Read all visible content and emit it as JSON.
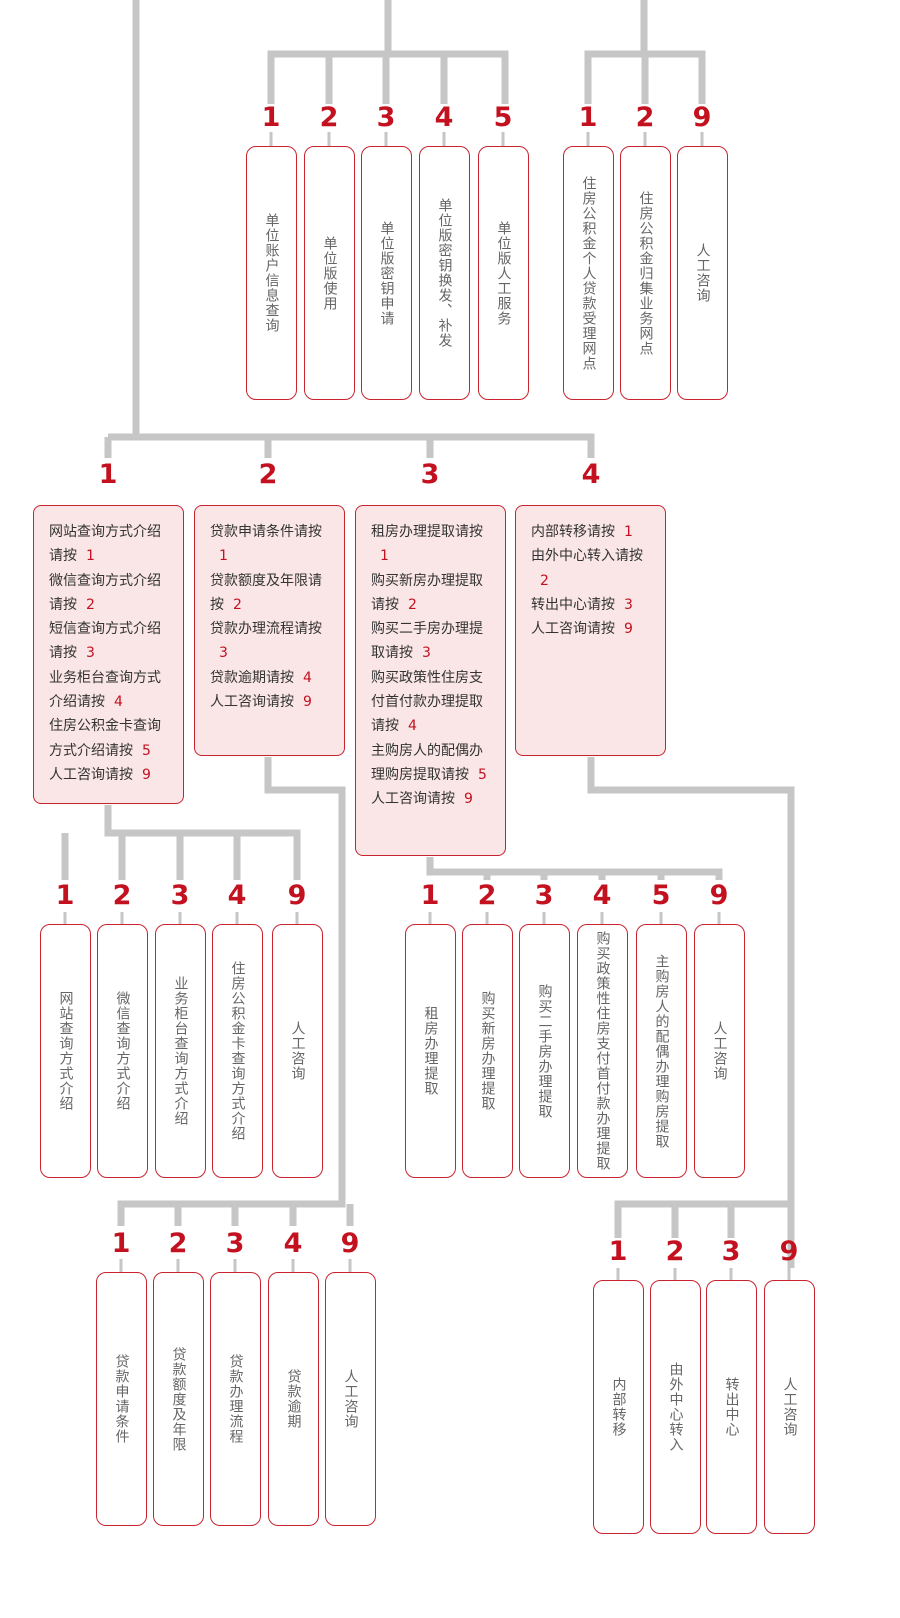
{
  "colors": {
    "line": "#c6c6c6",
    "accent": "#c3111f",
    "card_border": "#c8242f",
    "menu_fill": "#fae6e6",
    "vertical_text": "#666666",
    "menu_text": "#333333"
  },
  "groups": [
    {
      "id": "unit",
      "cards": [
        {
          "key": "1",
          "label": "单位账户信息查询"
        },
        {
          "key": "2",
          "label": "单位版使用"
        },
        {
          "key": "3",
          "label": "单位版密钥申请"
        },
        {
          "key": "4",
          "label": "单位版密钥换发、补发"
        },
        {
          "key": "5",
          "label": "单位版人工服务"
        }
      ]
    },
    {
      "id": "outlets",
      "cards": [
        {
          "key": "1",
          "label": "住房公积金个人贷款受理网点"
        },
        {
          "key": "2",
          "label": "住房公积金归集业务网点"
        },
        {
          "key": "9",
          "label": "人工咨询"
        }
      ]
    },
    {
      "id": "query",
      "cards": [
        {
          "key": "1",
          "label": "网站查询方式介绍"
        },
        {
          "key": "2",
          "label": "微信查询方式介绍"
        },
        {
          "key": "3",
          "label": "业务柜台查询方式介绍"
        },
        {
          "key": "4",
          "label": "住房公积金卡查询方式介绍"
        },
        {
          "key": "9",
          "label": "人工咨询"
        }
      ]
    },
    {
      "id": "withdraw",
      "cards": [
        {
          "key": "1",
          "label": "租房办理提取"
        },
        {
          "key": "2",
          "label": "购买新房办理提取"
        },
        {
          "key": "3",
          "label": "购买二手房办理提取"
        },
        {
          "key": "4",
          "label": "购买政策性住房支付首付款办理提取"
        },
        {
          "key": "5",
          "label": "主购房人的配偶办理购房提取"
        },
        {
          "key": "9",
          "label": "人工咨询"
        }
      ]
    },
    {
      "id": "loan",
      "cards": [
        {
          "key": "1",
          "label": "贷款申请条件"
        },
        {
          "key": "2",
          "label": "贷款额度及年限"
        },
        {
          "key": "3",
          "label": "贷款办理流程"
        },
        {
          "key": "4",
          "label": "贷款逾期"
        },
        {
          "key": "9",
          "label": "人工咨询"
        }
      ]
    },
    {
      "id": "transfer",
      "cards": [
        {
          "key": "1",
          "label": "内部转移"
        },
        {
          "key": "2",
          "label": "由外中心转入"
        },
        {
          "key": "3",
          "label": "转出中心"
        },
        {
          "key": "9",
          "label": "人工咨询"
        }
      ]
    }
  ],
  "menus": [
    {
      "id": "query-menu",
      "key": "1",
      "items": [
        {
          "text": "网站查询方式介绍请按",
          "key": "1"
        },
        {
          "text": "微信查询方式介绍请按",
          "key": "2"
        },
        {
          "text": "短信查询方式介绍请按",
          "key": "3"
        },
        {
          "text": "业务柜台查询方式介绍请按",
          "key": "4"
        },
        {
          "text": "住房公积金卡查询方式介绍请按",
          "key": "5"
        },
        {
          "text": "人工咨询请按",
          "key": "9"
        }
      ]
    },
    {
      "id": "loan-menu",
      "key": "2",
      "items": [
        {
          "text": "贷款申请条件请按",
          "key": "1"
        },
        {
          "text": "贷款额度及年限请按",
          "key": "2"
        },
        {
          "text": "贷款办理流程请按",
          "key": "3"
        },
        {
          "text": "贷款逾期请按",
          "key": "4"
        },
        {
          "text": "人工咨询请按",
          "key": "9"
        }
      ]
    },
    {
      "id": "withdraw-menu",
      "key": "3",
      "items": [
        {
          "text": "租房办理提取请按",
          "key": "1"
        },
        {
          "text": "购买新房办理提取请按",
          "key": "2"
        },
        {
          "text": "购买二手房办理提取请按",
          "key": "3"
        },
        {
          "text": "购买政策性住房支付首付款办理提取请按",
          "key": "4"
        },
        {
          "text": "主购房人的配偶办理购房提取请按",
          "key": "5"
        },
        {
          "text": "人工咨询请按",
          "key": "9"
        }
      ]
    },
    {
      "id": "transfer-menu",
      "key": "4",
      "items": [
        {
          "text": "内部转移请按",
          "key": "1"
        },
        {
          "text": "由外中心转入请按",
          "key": "2"
        },
        {
          "text": "转出中心请按",
          "key": "3"
        },
        {
          "text": "人工咨询请按",
          "key": "9"
        }
      ]
    }
  ]
}
